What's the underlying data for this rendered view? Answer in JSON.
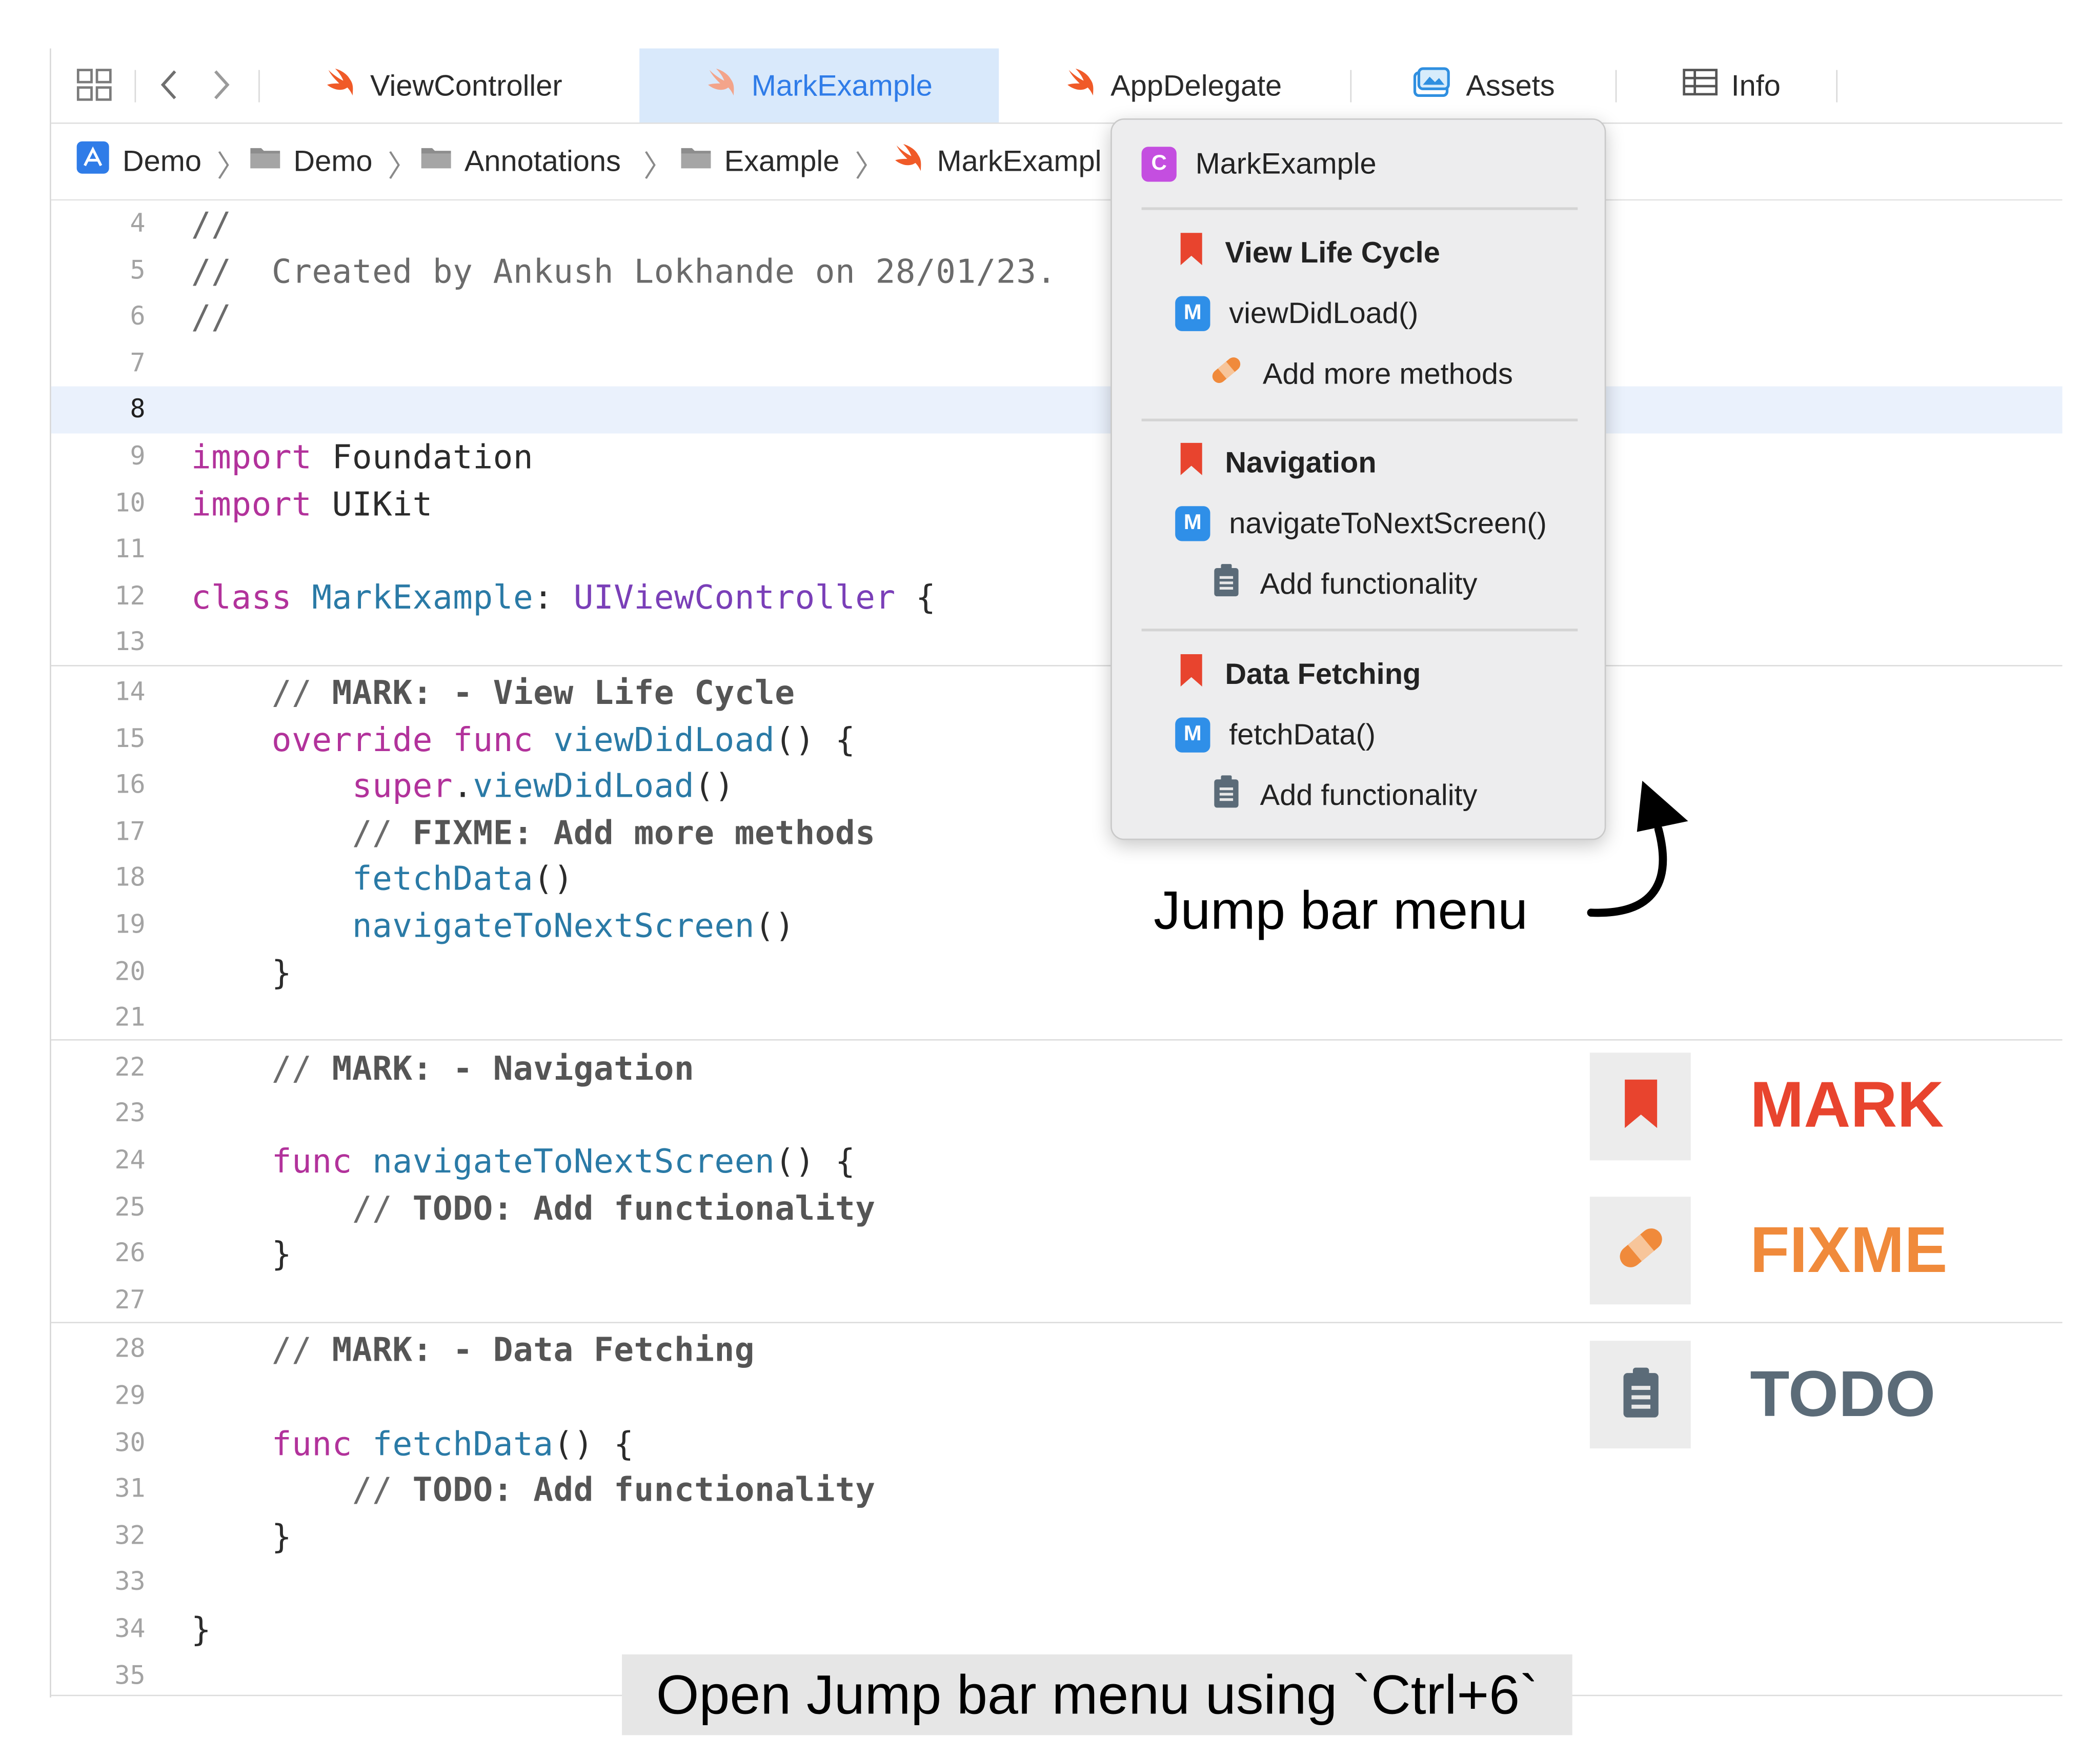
{
  "tabs": [
    {
      "label": "ViewController",
      "icon": "swift-icon"
    },
    {
      "label": "MarkExample",
      "icon": "swift-icon",
      "active": true
    },
    {
      "label": "AppDelegate",
      "icon": "swift-icon"
    },
    {
      "label": "Assets",
      "icon": "asset-catalog-icon"
    },
    {
      "label": "Info",
      "icon": "table-icon"
    }
  ],
  "breadcrumb": [
    "Demo",
    "Demo",
    "Annotations",
    "Example",
    "MarkExampl"
  ],
  "editor": {
    "current_line": 8,
    "lines": [
      {
        "n": "4",
        "text": "//"
      },
      {
        "n": "5",
        "text": "//  Created by Ankush Lokhande on 28/01/23."
      },
      {
        "n": "6",
        "text": "//"
      },
      {
        "n": "7",
        "text": ""
      },
      {
        "n": "8",
        "text": ""
      },
      {
        "n": "9",
        "text": "import Foundation"
      },
      {
        "n": "10",
        "text": "import UIKit"
      },
      {
        "n": "11",
        "text": ""
      },
      {
        "n": "12",
        "text": "class MarkExample: UIViewController {"
      },
      {
        "n": "13",
        "text": ""
      },
      {
        "n": "14",
        "text": "    // MARK: - View Life Cycle"
      },
      {
        "n": "15",
        "text": "    override func viewDidLoad() {"
      },
      {
        "n": "16",
        "text": "        super.viewDidLoad()"
      },
      {
        "n": "17",
        "text": "        // FIXME: Add more methods"
      },
      {
        "n": "18",
        "text": "        fetchData()"
      },
      {
        "n": "19",
        "text": "        navigateToNextScreen()"
      },
      {
        "n": "20",
        "text": "    }"
      },
      {
        "n": "21",
        "text": ""
      },
      {
        "n": "22",
        "text": "    // MARK: - Navigation"
      },
      {
        "n": "23",
        "text": ""
      },
      {
        "n": "24",
        "text": "    func navigateToNextScreen() {"
      },
      {
        "n": "25",
        "text": "        // TODO: Add functionality"
      },
      {
        "n": "26",
        "text": "    }"
      },
      {
        "n": "27",
        "text": ""
      },
      {
        "n": "28",
        "text": "    // MARK: - Data Fetching"
      },
      {
        "n": "29",
        "text": ""
      },
      {
        "n": "30",
        "text": "    func fetchData() {"
      },
      {
        "n": "31",
        "text": "        // TODO: Add functionality"
      },
      {
        "n": "32",
        "text": "    }"
      },
      {
        "n": "33",
        "text": ""
      },
      {
        "n": "34",
        "text": "}"
      },
      {
        "n": "35",
        "text": ""
      }
    ]
  },
  "jump_menu": {
    "header": "MarkExample",
    "header_badge": "C",
    "method_badge": "M",
    "sections": [
      {
        "title": "View Life Cycle",
        "method": "viewDidLoad()",
        "note": "Add more methods",
        "note_icon": "bandage-icon"
      },
      {
        "title": "Navigation",
        "method": "navigateToNextScreen()",
        "note": "Add functionality",
        "note_icon": "clipboard-icon"
      },
      {
        "title": "Data Fetching",
        "method": "fetchData()",
        "note": "Add functionality",
        "note_icon": "clipboard-icon"
      }
    ]
  },
  "annotations": {
    "jump_bar_label": "Jump bar menu",
    "legend": [
      {
        "label": "MARK",
        "icon": "bookmark-icon",
        "color": "#e8442e"
      },
      {
        "label": "FIXME",
        "icon": "bandage-icon",
        "color": "#f08a3b"
      },
      {
        "label": "TODO",
        "icon": "clipboard-icon",
        "color": "#5b6b78"
      }
    ],
    "caption": "Open Jump bar menu using `Ctrl+6`"
  },
  "colors": {
    "accent": "#2f7ce8",
    "active_tab_bg": "#d9e9fb",
    "keyword": "#b2329b",
    "bookmark": "#e8442e"
  }
}
